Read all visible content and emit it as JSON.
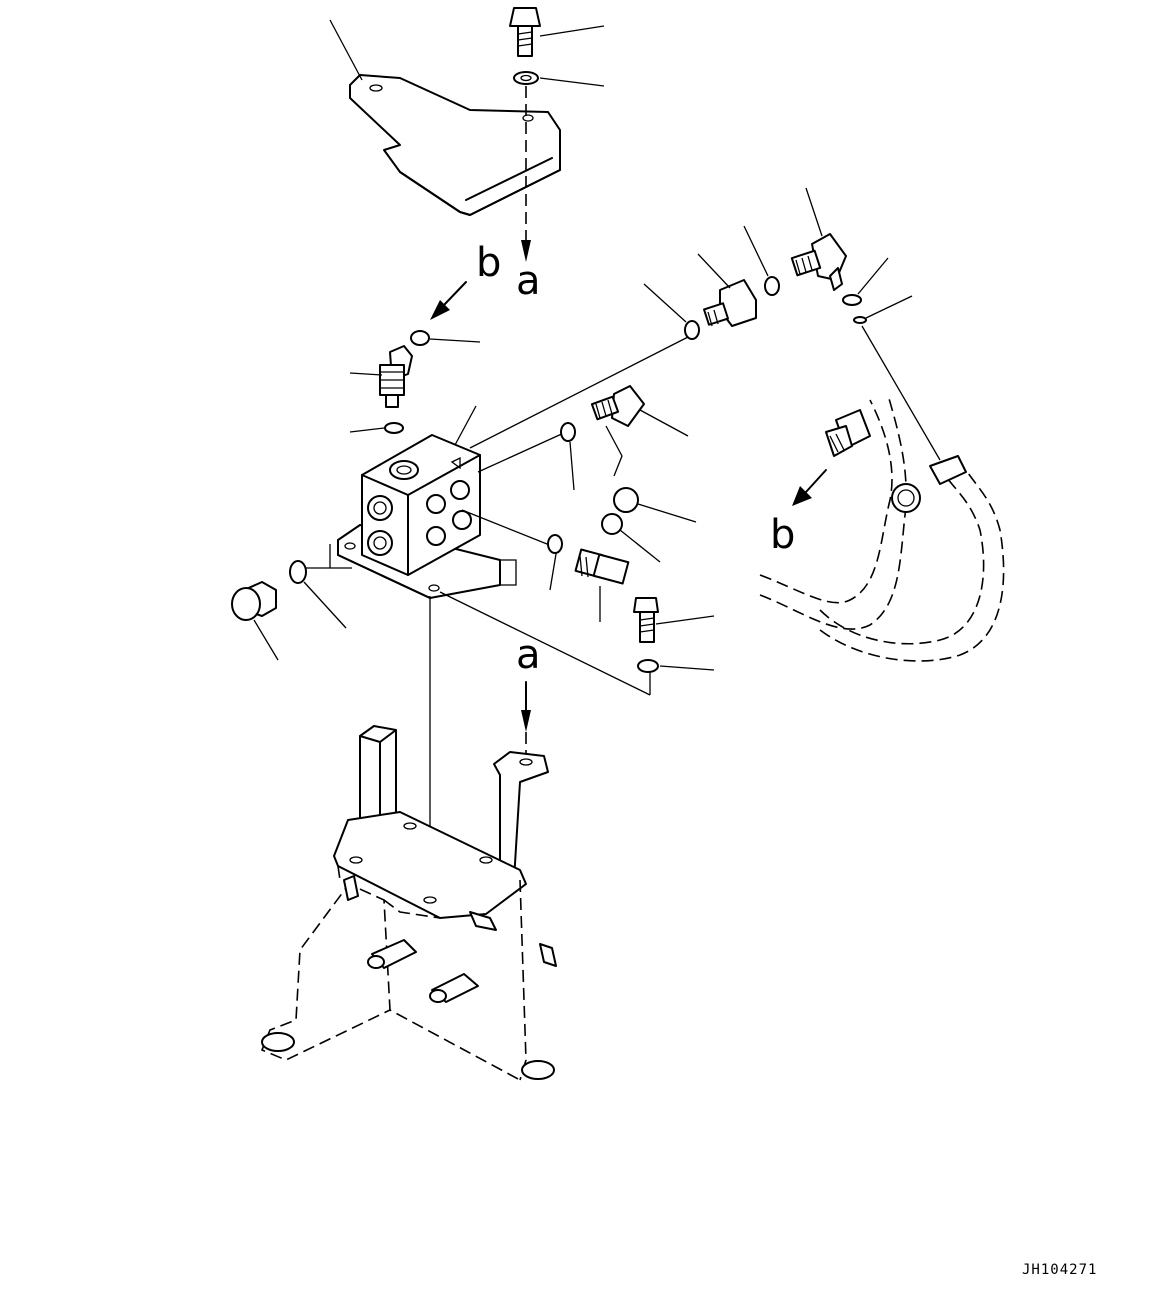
{
  "view_labels": {
    "a_top": "a",
    "a_bottom": "a",
    "b_left": "b",
    "b_right": "b"
  },
  "drawing_code": "JH104271"
}
